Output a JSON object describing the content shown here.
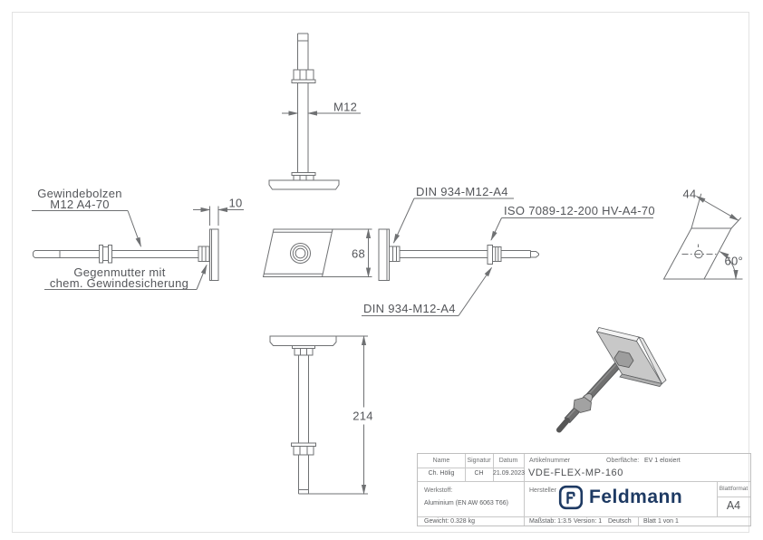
{
  "drawing": {
    "labels": {
      "bolt": [
        "Gewindebolzen",
        "M12 A4-70"
      ],
      "locknut": [
        "Gegenmutter mit",
        "chem. Gewindesicherung"
      ],
      "nut_top": "DIN 934-M12-A4",
      "washer": "ISO 7089-12-200 HV-A4-70",
      "nut_bottom": "DIN 934-M12-A4"
    },
    "dimensions": {
      "thread": "M12",
      "plate_thickness": "10",
      "plate_height": "68",
      "length": "214",
      "plate_width": "44",
      "plate_angle": "60°"
    }
  },
  "title_block": {
    "headers": {
      "name": "Name",
      "signatur": "Signatur",
      "datum": "Datum",
      "artikelnummer": "Artikelnummer",
      "oberflaeche": "Oberfläche:",
      "werkstoff": "Werkstoff:",
      "hersteller": "Hersteller",
      "blattformat": "Blattformat"
    },
    "name": "Ch. Hölig",
    "signatur": "CH",
    "datum": "21.09.2023",
    "artikelnummer": "VDE-FLEX-MP-160",
    "oberflaeche": "EV 1 eloxiert",
    "werkstoff": "Aluminium (EN AW 6063 T66)",
    "gewicht": "Gewicht: 0.328 kg",
    "blattformat": "A4",
    "massstab": "Maßstab: 1:3.5",
    "version": "Version: 1",
    "sprache": "Deutsch",
    "blatt": "Blatt 1 von 1",
    "logo_text": "Feldmann"
  },
  "colors": {
    "line": "#6f7173",
    "annotation": "#54565a",
    "logo": "#1e3a63",
    "table_line": "#c8c8c8"
  }
}
